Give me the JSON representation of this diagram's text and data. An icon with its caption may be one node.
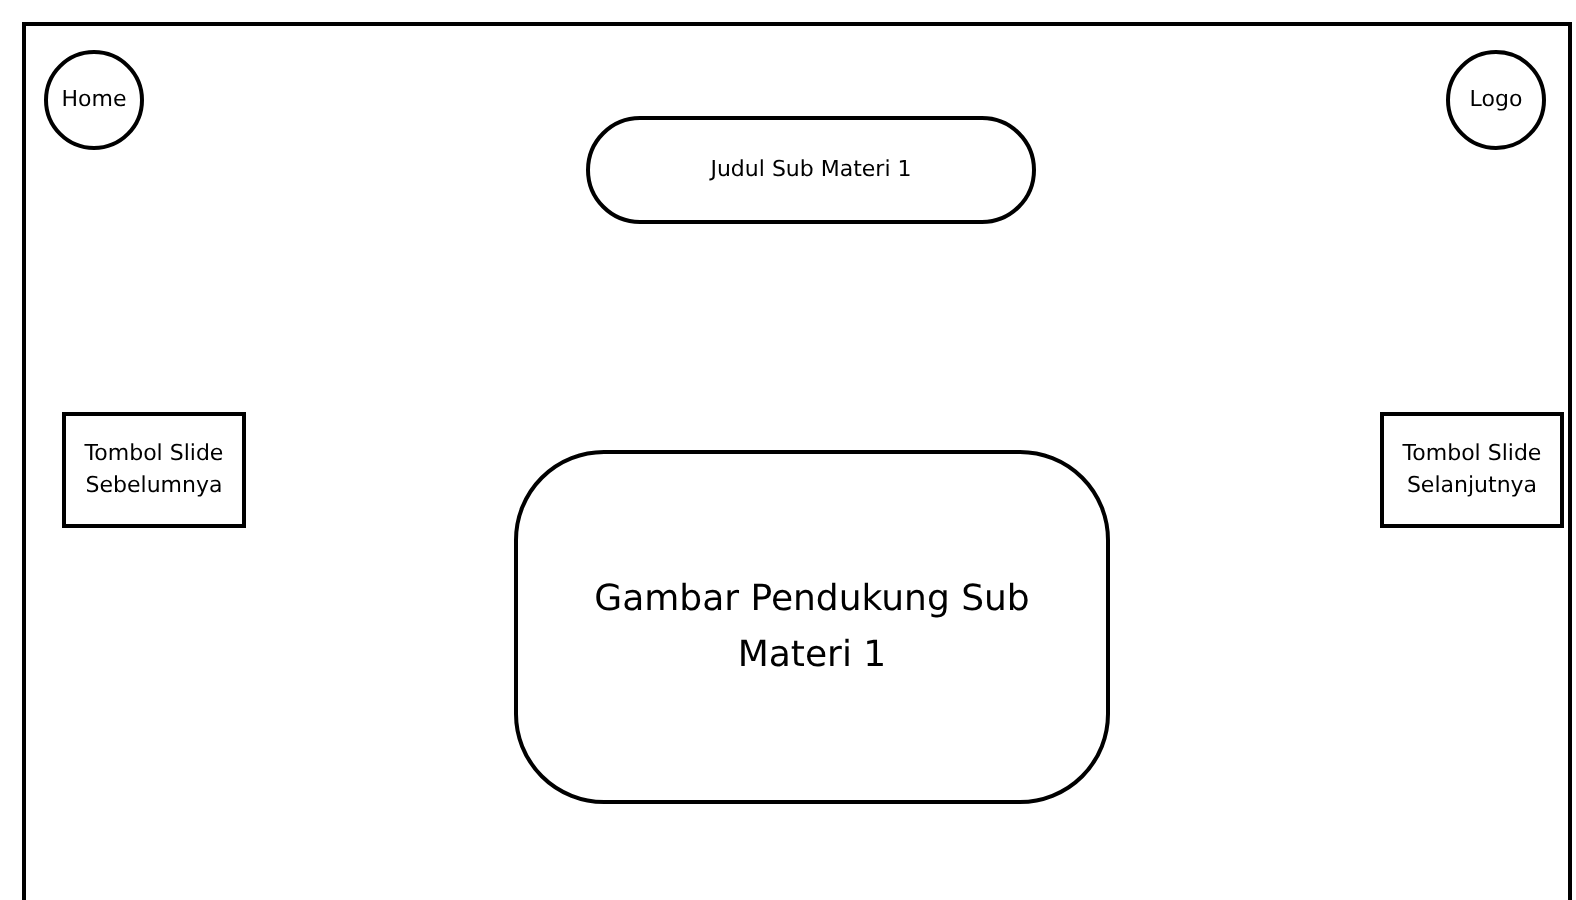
{
  "diagram": {
    "nodes": [
      {
        "text": [
          "Home"
        ]
      },
      {
        "text": [
          "Logo"
        ]
      },
      {
        "text": [
          "Judul Sub Materi 1"
        ]
      },
      {
        "text": [
          "Tombol Slide Sebelumnya"
        ]
      },
      {
        "text": [
          "Tombol Slide Selanjutnya"
        ]
      },
      {
        "text": [
          "Gambar Pendukung Sub Materi 1"
        ]
      }
    ]
  }
}
